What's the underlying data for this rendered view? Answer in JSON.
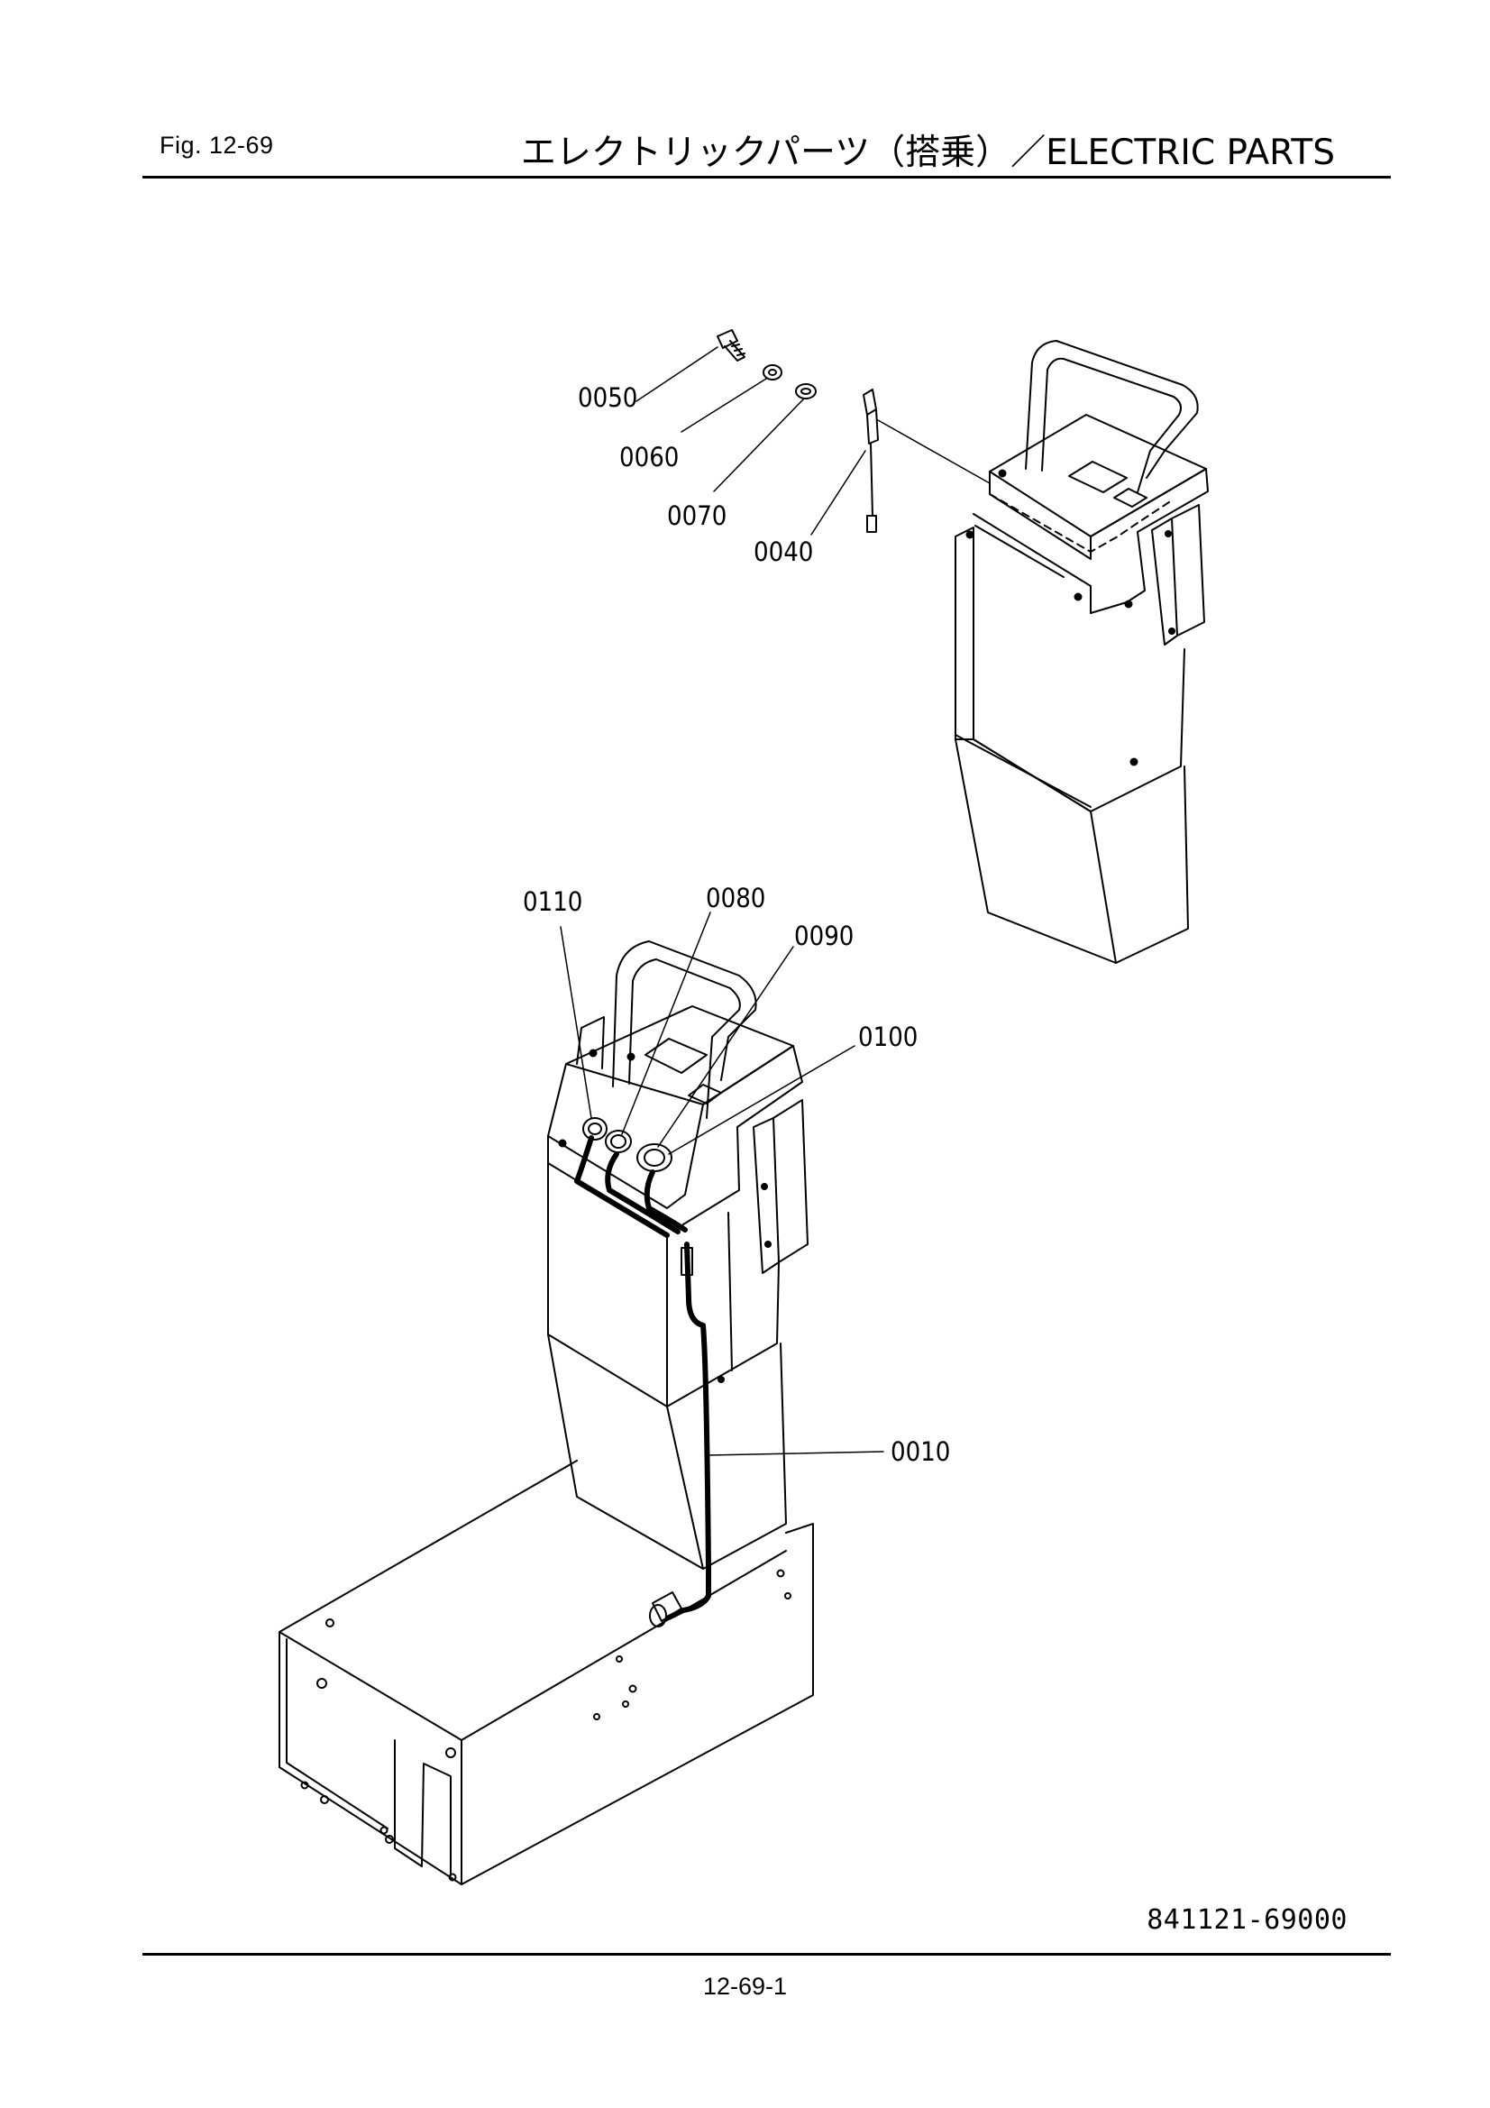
{
  "header": {
    "figure_label": "Fig.  12-69",
    "title": "エレクトリックパーツ（搭乗）／ELECTRIC PARTS"
  },
  "callouts": {
    "p0050": "0050",
    "p0060": "0060",
    "p0070": "0070",
    "p0040": "0040",
    "p0110": "0110",
    "p0080": "0080",
    "p0090": "0090",
    "p0100": "0100",
    "p0010": "0010"
  },
  "drawing_number": "841121-69000",
  "page_number": "12-69-1"
}
